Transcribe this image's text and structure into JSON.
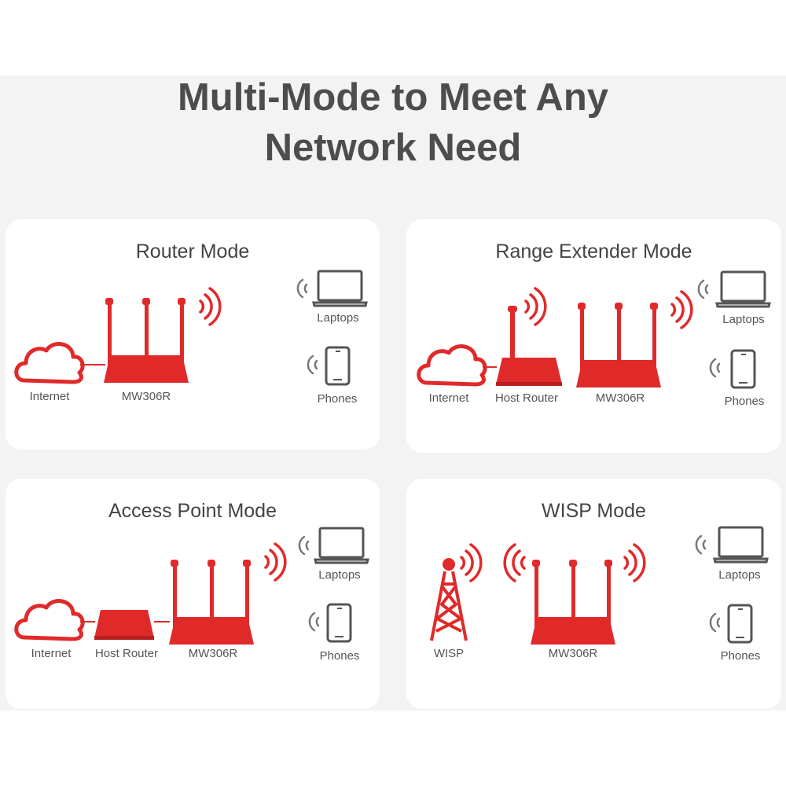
{
  "title_line1": "Multi-Mode to Meet Any",
  "title_line2": "Network Need",
  "colors": {
    "accent": "#e02a2a",
    "device_gray": "#555555",
    "background": "#f3f3f3",
    "card": "#ffffff",
    "title_text": "#4d4d4d"
  },
  "cards": {
    "router": {
      "title": "Router Mode",
      "internet": "Internet",
      "device": "MW306R",
      "laptops": "Laptops",
      "phones": "Phones"
    },
    "extender": {
      "title": "Range Extender Mode",
      "internet": "Internet",
      "host": "Host Router",
      "device": "MW306R",
      "laptops": "Laptops",
      "phones": "Phones"
    },
    "ap": {
      "title": "Access Point Mode",
      "internet": "Internet",
      "host": "Host Router",
      "device": "MW306R",
      "laptops": "Laptops",
      "phones": "Phones"
    },
    "wisp": {
      "title": "WISP Mode",
      "wisp": "WISP",
      "device": "MW306R",
      "laptops": "Laptops",
      "phones": "Phones"
    }
  },
  "icons": [
    "cloud-icon",
    "router-icon",
    "host-router-icon",
    "wifi-waves-icon",
    "laptop-icon",
    "phone-icon",
    "wisp-tower-icon"
  ]
}
